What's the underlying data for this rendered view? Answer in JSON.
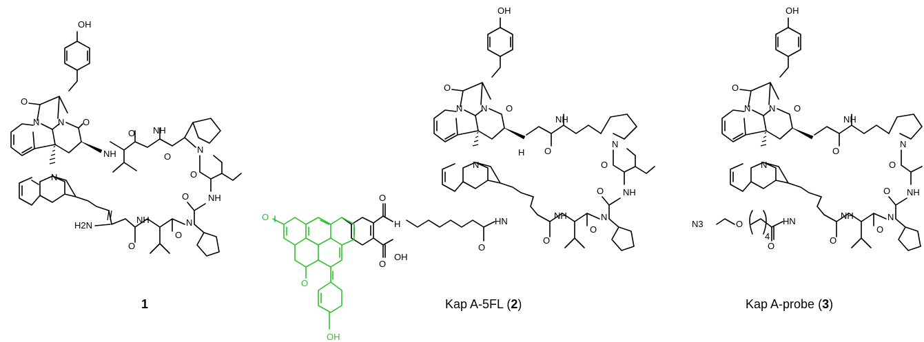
{
  "compounds": [
    {
      "id": "1",
      "caption_name": "",
      "caption_number": "1",
      "atoms": {
        "oh": "OH",
        "n": "N",
        "o": "O",
        "nh": "NH",
        "h2n": "H2N"
      }
    },
    {
      "id": "2",
      "caption_name": "Kap A-5FL (",
      "caption_number": "2",
      "caption_close": ")",
      "fluorophore_color": "#2fc02f",
      "atoms": {
        "oh": "OH",
        "n": "N",
        "o": "O",
        "nh": "NH",
        "hn": "HN",
        "h": "H",
        "cooh": "OH"
      }
    },
    {
      "id": "3",
      "caption_name": "Kap A-probe (",
      "caption_number": "3",
      "caption_close": ")",
      "atoms": {
        "oh": "OH",
        "n": "N",
        "o": "O",
        "nh": "NH",
        "hn": "HN",
        "n3": "N3",
        "peg_repeat": "4"
      }
    }
  ]
}
